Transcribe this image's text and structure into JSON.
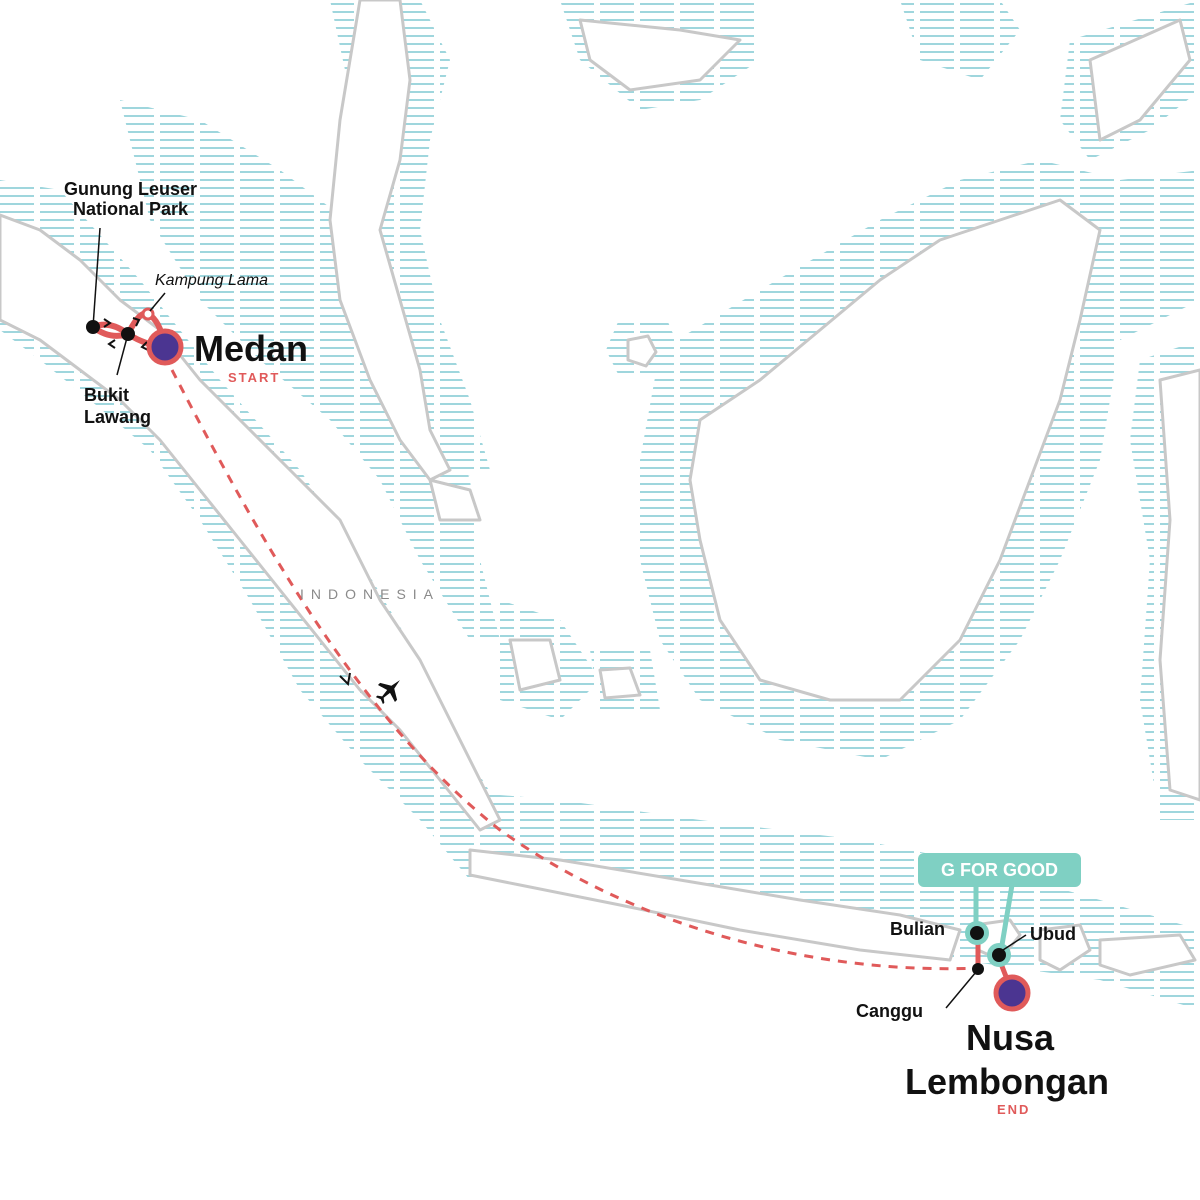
{
  "colors": {
    "water_lines": "#9fd6dd",
    "coast": "#c8c8c8",
    "route": "#e05a5a",
    "endpoint_fill": "#4b3591",
    "g_for_good": "#7fd0c3",
    "text": "#111111",
    "country_label": "#8a8a8a"
  },
  "map": {
    "country_label": "INDONESIA",
    "start": {
      "name": "Medan",
      "tag": "START"
    },
    "end": {
      "name_line1": "Nusa",
      "name_line2": "Lembongan",
      "tag": "END"
    },
    "stops": [
      {
        "name_line1": "Gunung Leuser",
        "name_line2": "National Park"
      },
      {
        "name_line1": "Bukit",
        "name_line2": "Lawang"
      },
      {
        "name": "Kampung Lama",
        "style": "italic"
      },
      {
        "name": "Bulian"
      },
      {
        "name": "Ubud"
      },
      {
        "name": "Canggu"
      }
    ],
    "badge": {
      "label": "G FOR GOOD"
    },
    "icons": [
      "plane-icon",
      "direction-arrow-icon"
    ]
  }
}
